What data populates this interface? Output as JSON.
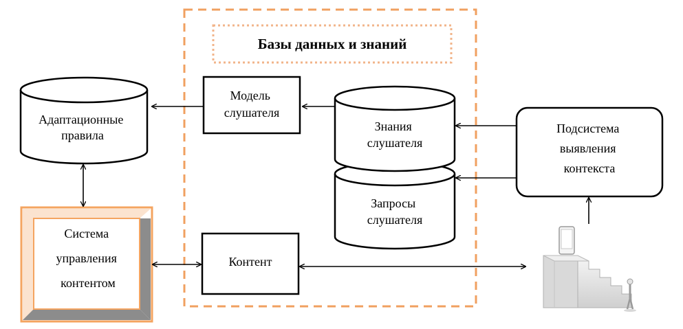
{
  "db_group": {
    "title": "Базы данных и знаний"
  },
  "nodes": {
    "adaptation_rules": {
      "lines": [
        "Адаптационные",
        "правила"
      ]
    },
    "learner_model": {
      "lines": [
        "Модель",
        "слушателя"
      ]
    },
    "learner_knowledge": {
      "lines": [
        "Знания",
        "слушателя"
      ]
    },
    "learner_queries": {
      "lines": [
        "Запросы",
        "слушателя"
      ]
    },
    "context_subsystem": {
      "lines": [
        "Подсистема",
        "выявления",
        "контекста"
      ]
    },
    "cms": {
      "lines": [
        "Система",
        "управления",
        "контентом"
      ]
    },
    "content": {
      "lines": [
        "Контент"
      ]
    }
  },
  "colors": {
    "accent_orange": "#f4a460",
    "dashed_orange": "#f0a060",
    "dotted_orange": "#f2b48a",
    "line": "#000000",
    "stairs_light": "#e6e6e6",
    "stairs_dark": "#bdbdbd"
  },
  "icons": [
    "stairs-with-phone-and-person-icon"
  ]
}
